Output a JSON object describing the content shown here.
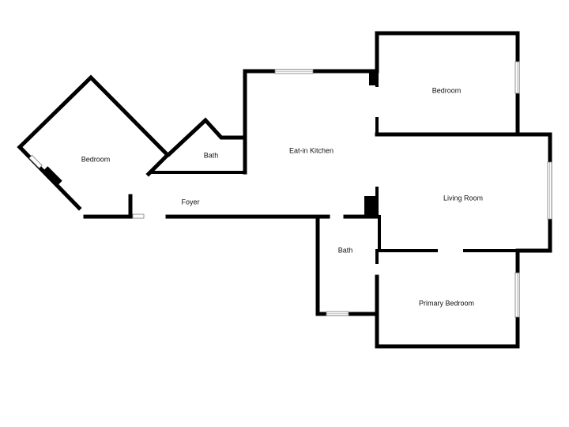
{
  "rooms": {
    "bedroom_left": "Bedroom",
    "bath_small": "Bath",
    "foyer": "Foyer",
    "eat_in_kitchen": "Eat-in Kitchen",
    "bedroom_top": "Bedroom",
    "living_room": "Living Room",
    "bath_center": "Bath",
    "primary_bedroom": "Primary Bedroom"
  },
  "colors": {
    "wall": "#000000",
    "background": "#ffffff"
  }
}
